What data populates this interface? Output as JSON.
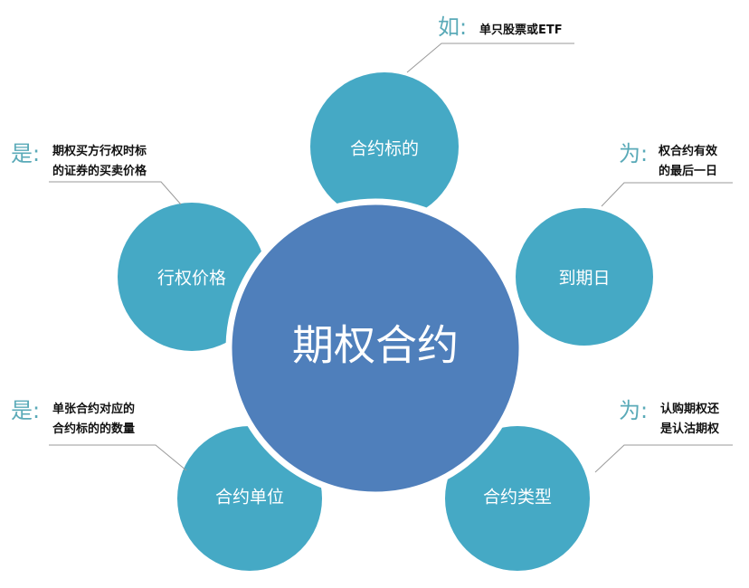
{
  "colors": {
    "outer": "#45a9c5",
    "center": "#4f7fbb",
    "prefix": "#5aaab8"
  },
  "center": {
    "label": "期权合约"
  },
  "nodes": {
    "underlying": {
      "label": "合约标的",
      "prefix": "如:",
      "lines": [
        "单只股票或ETF"
      ]
    },
    "expiry": {
      "label": "到期日",
      "prefix": "为:",
      "lines": [
        "权合约有效",
        "的最后一日"
      ]
    },
    "strike": {
      "label": "行权价格",
      "prefix": "是:",
      "lines": [
        "期权买方行权时标",
        "的证券的买卖价格"
      ]
    },
    "unit": {
      "label": "合约单位",
      "prefix": "是:",
      "lines": [
        "单张合约对应的",
        "合约标的的数量"
      ]
    },
    "type": {
      "label": "合约类型",
      "prefix": "为:",
      "lines": [
        "认购期权还",
        "是认沽期权"
      ]
    }
  }
}
